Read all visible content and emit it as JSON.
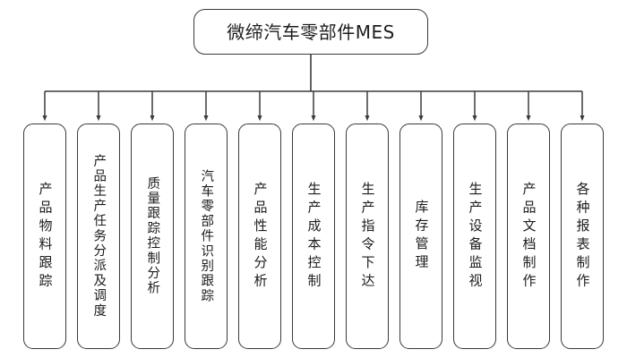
{
  "diagram": {
    "type": "organization-tree",
    "orientation": "top-down",
    "background_color": "#ffffff",
    "line_color": "#3a3a3a",
    "text_color": "#1d1d1d",
    "root": {
      "label": "微缔汽车零部件MES"
    },
    "children": [
      {
        "label": "产品物料跟踪"
      },
      {
        "label": "产品生产任务分派及调度"
      },
      {
        "label": "质量跟踪控制分析"
      },
      {
        "label": "汽车零部件识别跟踪"
      },
      {
        "label": "产品性能分析"
      },
      {
        "label": "生产成本控制"
      },
      {
        "label": "生产指令下达"
      },
      {
        "label": "库存管理"
      },
      {
        "label": "生产设备监视"
      },
      {
        "label": "产品文档制作"
      },
      {
        "label": "各种报表制作"
      }
    ]
  }
}
